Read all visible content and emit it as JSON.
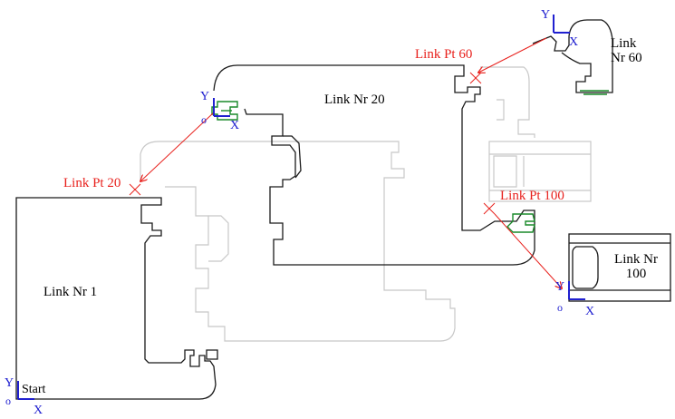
{
  "labels": {
    "link1": "Link Nr 1",
    "link20": "Link Nr 20",
    "link60_line1": "Link",
    "link60_line2": "Nr 60",
    "link100_line1": "Link Nr",
    "link100_line2": "100",
    "start": "Start"
  },
  "link_points": {
    "pt20": "Link Pt 20",
    "pt60": "Link Pt 60",
    "pt100": "Link Pt 100"
  },
  "axes": {
    "x": "X",
    "y": "Y",
    "origin": "o"
  },
  "colors": {
    "profile": "#1a1a1a",
    "ghost_profile": "#c8c8c8",
    "link_point": "#e8211d",
    "axis": "#2020d0",
    "connector": "#1a8a2a"
  }
}
